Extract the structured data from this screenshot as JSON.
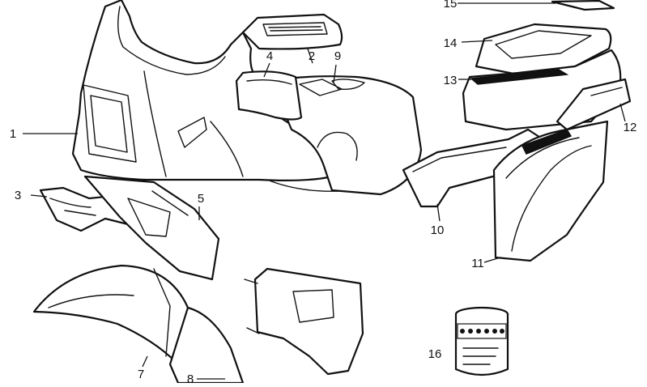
{
  "diagram": {
    "callouts": [
      {
        "id": "1",
        "label": "1"
      },
      {
        "id": "2",
        "label": "2"
      },
      {
        "id": "3",
        "label": "3"
      },
      {
        "id": "4",
        "label": "4"
      },
      {
        "id": "5",
        "label": "5"
      },
      {
        "id": "7",
        "label": "7"
      },
      {
        "id": "8",
        "label": "8"
      },
      {
        "id": "9",
        "label": "9"
      },
      {
        "id": "10",
        "label": "10"
      },
      {
        "id": "11",
        "label": "11"
      },
      {
        "id": "12",
        "label": "12"
      },
      {
        "id": "13",
        "label": "13"
      },
      {
        "id": "14",
        "label": "14"
      },
      {
        "id": "15",
        "label": "15"
      },
      {
        "id": "16",
        "label": "16"
      }
    ]
  }
}
